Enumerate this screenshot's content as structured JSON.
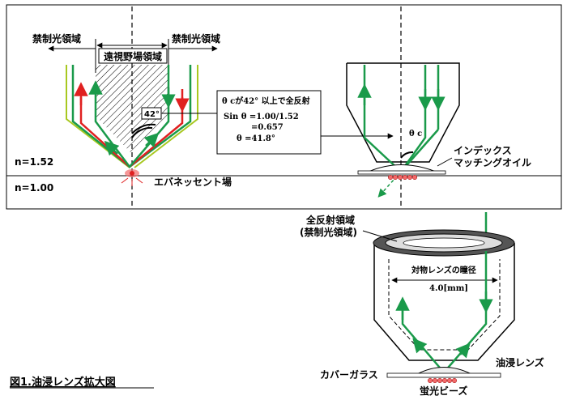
{
  "figure_title": "図1.油浸レンズ拡大図",
  "top_panel": {
    "forbidden_left": "禁制光領域",
    "forbidden_right": "禁制光領域",
    "field_of_view": "遠視野場領域",
    "angle_box": "42°",
    "equation_title": "θ cが42° 以上で全反射",
    "equation_line1": "Sin θ =1.00/1.52",
    "equation_line2": "=0.657",
    "equation_line3": "θ =41.8°",
    "n_glass": "n=1.52",
    "n_water": "n=1.00",
    "evanescent": "エバネッセント場",
    "theta_c": "θ c",
    "index_oil_1": "インデックス",
    "index_oil_2": "マッチングオイル"
  },
  "bottom_panel": {
    "tir_region_1": "全反射領域",
    "tir_region_2": "(禁制光領域)",
    "pupil_label": "対物レンズの瞳径",
    "pupil_value": "4.0[mm]",
    "cover_glass": "カバーガラス",
    "oil_lens": "油浸レンズ",
    "beads": "蛍光ビーズ"
  },
  "colors": {
    "green": "#1a9a4a",
    "red": "#e02020",
    "yellow_green": "#a8c820",
    "hatch": "#000000"
  }
}
